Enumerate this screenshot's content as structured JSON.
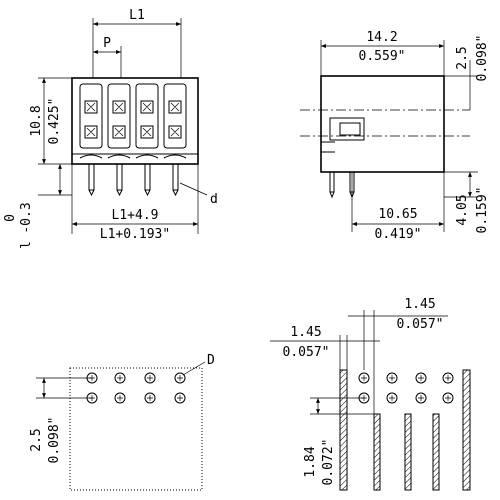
{
  "front_view": {
    "pitch_L1": "L1",
    "pitch_P": "P",
    "height_mm": "10.8",
    "height_in": "0.425\"",
    "width_mm": "L1+4.9",
    "width_in": "L1+0.193\"",
    "tolerance_top": "0",
    "tolerance_bottom": "-0.3",
    "tolerance_l": "l",
    "pin_label": "d"
  },
  "side_view": {
    "width_mm": "14.2",
    "width_in": "0.559\"",
    "offset_mm": "2.5",
    "offset_in": "0.098\"",
    "depth_mm": "10.65",
    "depth_in": "0.419\"",
    "pin_mm": "4.05",
    "pin_in": "0.159\""
  },
  "footprint_left": {
    "hole_label": "D",
    "row_mm": "2.5",
    "row_in": "0.098\""
  },
  "footprint_right": {
    "top_mm": "1.45",
    "top_in": "0.057\"",
    "left_mm": "1.45",
    "left_in": "0.057\"",
    "vert_mm": "1.84",
    "vert_in": "0.072\""
  }
}
